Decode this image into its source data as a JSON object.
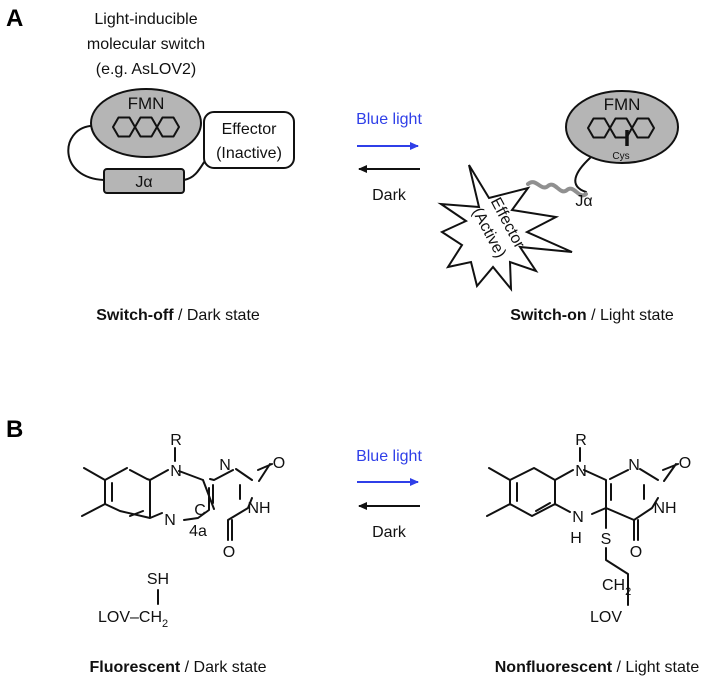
{
  "panel_a": {
    "label": "A",
    "switch_title_line1": "Light-inducible",
    "switch_title_line2": "molecular switch",
    "switch_title_line3": "(e.g. AsLOV2)",
    "fmn_left": "FMN",
    "jalpha_left": "Jα",
    "effector_inactive_line1": "Effector",
    "effector_inactive_line2": "(Inactive)",
    "arrow_forward_label": "Blue light",
    "arrow_back_label": "Dark",
    "fmn_right": "FMN",
    "cys_label": "Cys",
    "effector_active_line1": "Effector",
    "effector_active_line2": "(Active)",
    "jalpha_right": "Jα",
    "caption_left_bold": "Switch-off",
    "caption_left_rest": " / Dark state",
    "caption_right_bold": "Switch-on",
    "caption_right_rest": " / Light state"
  },
  "panel_b": {
    "label": "B",
    "arrow_forward_label": "Blue light",
    "arrow_back_label": "Dark",
    "left_atoms": {
      "r": "R",
      "n10": "N",
      "n1": "N",
      "o2": "O",
      "nh3": "NH",
      "n5": "N",
      "c4a": "C",
      "c4a_num": "4a",
      "o4": "O"
    },
    "lov_sh_line1": "SH",
    "lov_sh_line2": "LOV–CH",
    "lov_sh_sub": "2",
    "right_atoms": {
      "r": "R",
      "n10": "N",
      "n1": "N",
      "o2": "O",
      "nh3": "NH",
      "n5": "N",
      "h5": "H",
      "s": "S",
      "ch2": "CH",
      "ch2_sub": "2",
      "lov": "LOV",
      "o4": "O"
    },
    "caption_left_bold": "Fluorescent",
    "caption_left_rest": " / Dark state",
    "caption_right_bold": "Nonfluorescent",
    "caption_right_rest": " / Light state"
  },
  "colors": {
    "blue_arrow": "#2f3fe8",
    "protein_fill": "#b5b5b5",
    "line": "#111111"
  }
}
